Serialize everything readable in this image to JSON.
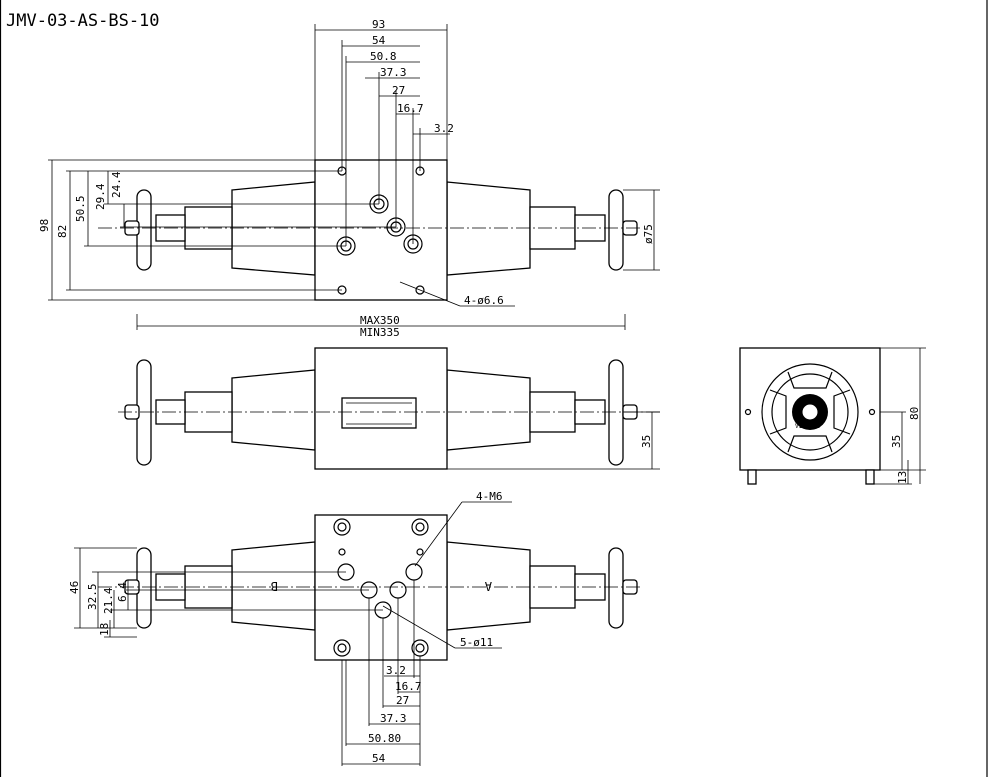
{
  "title": "JMV-03-AS-BS-10",
  "top_view": {
    "dims_top": [
      "93",
      "54",
      "50.8",
      "37.3",
      "27",
      "16.7",
      "3.2"
    ],
    "dims_left": [
      "98",
      "82",
      "50.5",
      "29.4",
      "24.4"
    ],
    "dim_right": "ø75",
    "hole_callout": "4-ø6.6"
  },
  "front_view": {
    "length_max": "MAX350",
    "length_min": "MIN335",
    "dim_right": "35"
  },
  "side_view": {
    "knob_text": "VICKERS",
    "dims_right": [
      "80",
      "35",
      "13"
    ]
  },
  "bottom_view": {
    "dims_left": [
      "46",
      "32.5",
      "21.4",
      "6.4",
      "18"
    ],
    "thread_callout": "4-M6",
    "hole_callout": "5-ø11",
    "port_b": "B",
    "port_a": "A",
    "dims_bottom": [
      "3.2",
      "16.7",
      "27",
      "37.3",
      "50.80",
      "54"
    ]
  }
}
